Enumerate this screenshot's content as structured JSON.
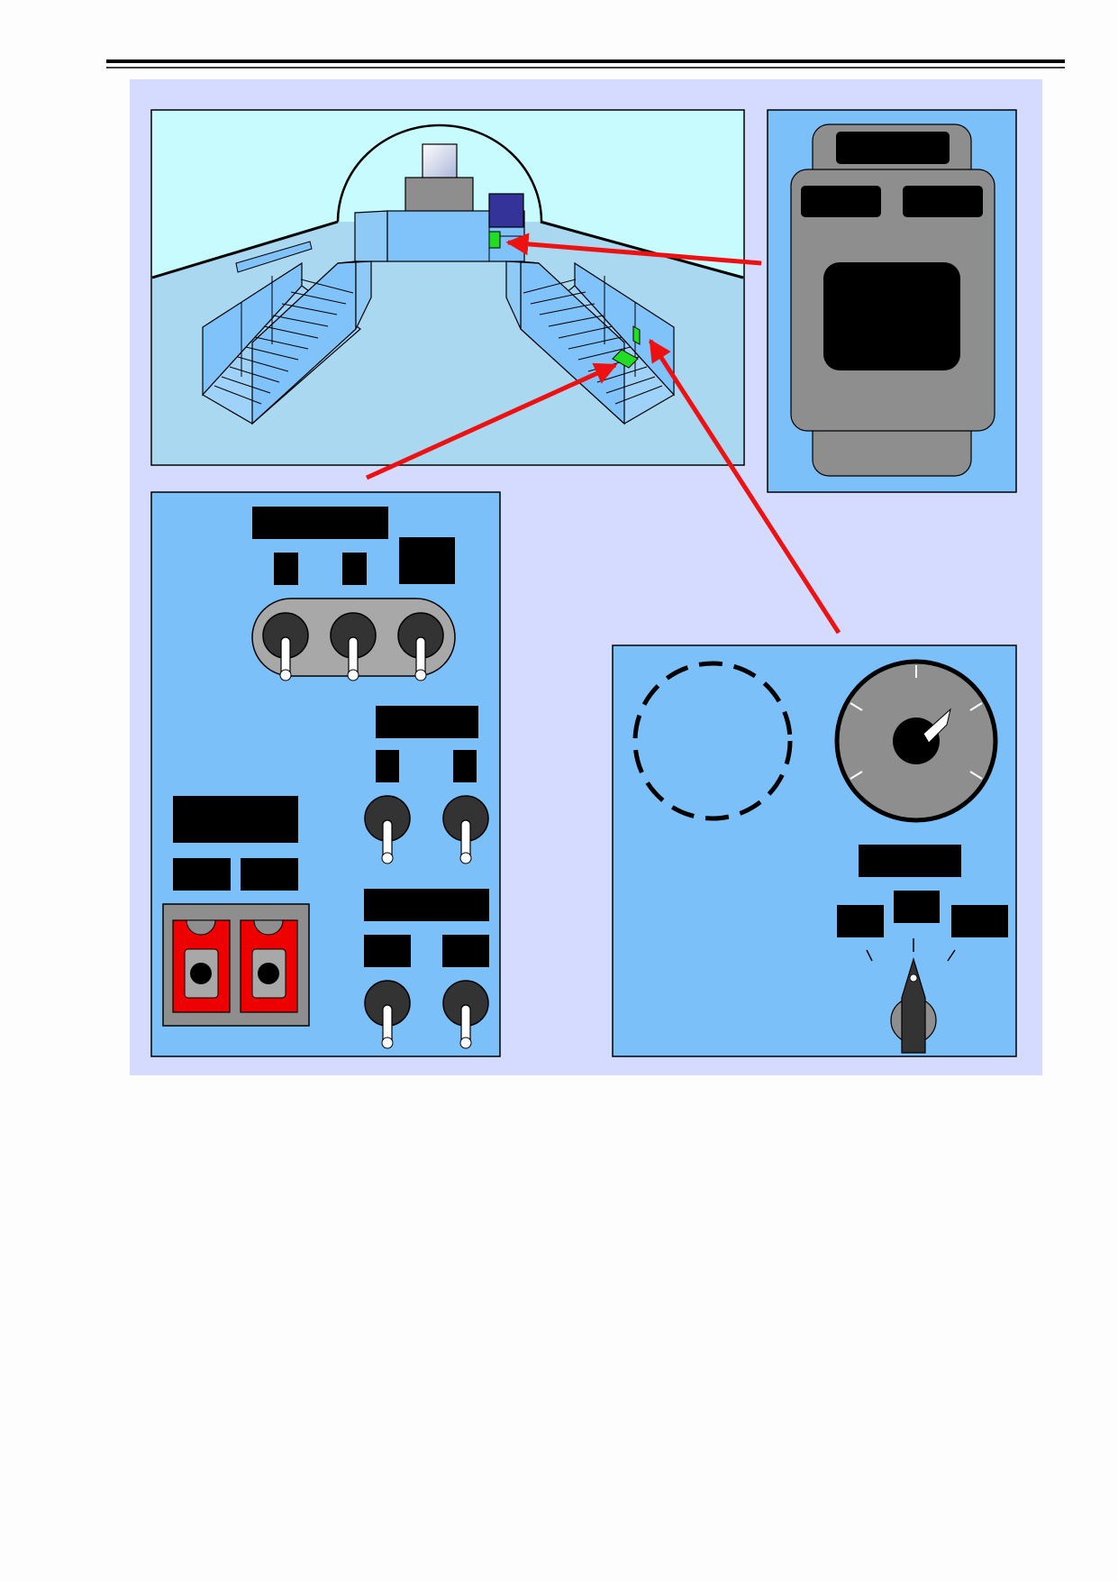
{
  "colors": {
    "page_background": "#fdfdfd",
    "diagram_background": "#d4dbfe",
    "sky": "#c8fbfe",
    "floor": "#aad8f0",
    "panel_blue": "#7cc0fa",
    "console_blue": "#80c2fa",
    "grey": "#8e8e8e",
    "light_grey": "#a8a8a8",
    "navy": "#33339a",
    "callout_green": "#22dd22",
    "arrow_red": "#ee1111",
    "socket_red": "#ee0000",
    "label_black": "#000000"
  },
  "icons": [
    "mirror-icon",
    "toggle-switch-icon",
    "gauge-icon",
    "rotary-selector-icon",
    "socket-icon",
    "dashed-indicator-icon"
  ],
  "panels": {
    "cockpit_view": "cockpit-overview",
    "handle_unit": "handle-unit-detail",
    "left_console": "left-console-detail",
    "right_console": "right-console-detail"
  }
}
